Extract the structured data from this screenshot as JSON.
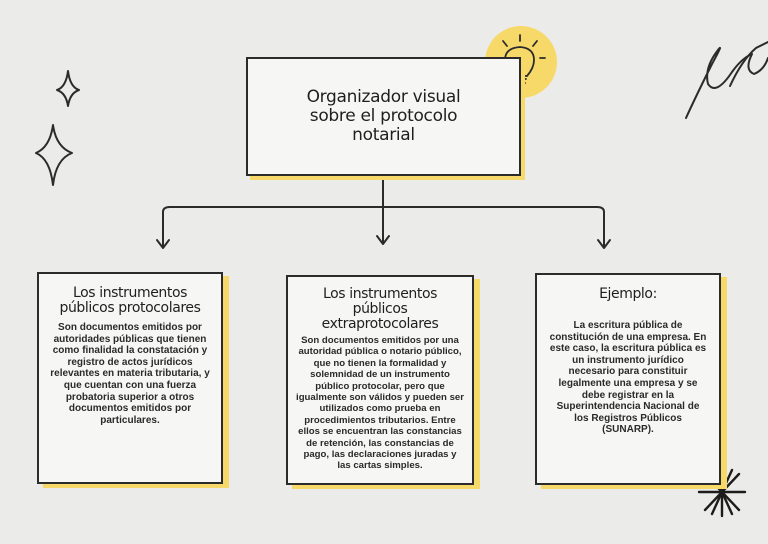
{
  "title": "Organizador visual sobre el protocolo notarial",
  "cards": [
    {
      "heading": "Los instrumentos públicos protocolares",
      "body": "Son documentos emitidos por autoridades públicas que tienen como finalidad la constatación y registro de actos jurídicos relevantes en materia tributaria, y que cuentan con una fuerza probatoria superior a otros documentos emitidos por particulares."
    },
    {
      "heading": "Los instrumentos públicos extraprotocolares",
      "body": "Son documentos emitidos por una autoridad pública o notario público, que no tienen la formalidad y solemnidad de un instrumento público protocolar, pero que igualmente son válidos y pueden ser utilizados como prueba en procedimientos tributarios. Entre ellos se encuentran las constancias de retención, las constancias de pago, las declaraciones juradas y las cartas simples."
    },
    {
      "heading": "Ejemplo:",
      "body": "La escritura pública de constitución de una empresa. En este caso, la escritura pública es un instrumento jurídico necesario para constituir legalmente una empresa y se debe registrar en la Superintendencia Nacional de los Registros Públicos (SUNARP)."
    }
  ],
  "colors": {
    "background": "#ebebea",
    "accent": "#f7d96a",
    "stroke": "#2b2b2b"
  },
  "icons": [
    "lightbulb-icon",
    "sparkle-icon",
    "star-burst-icon",
    "scribble-loop"
  ]
}
